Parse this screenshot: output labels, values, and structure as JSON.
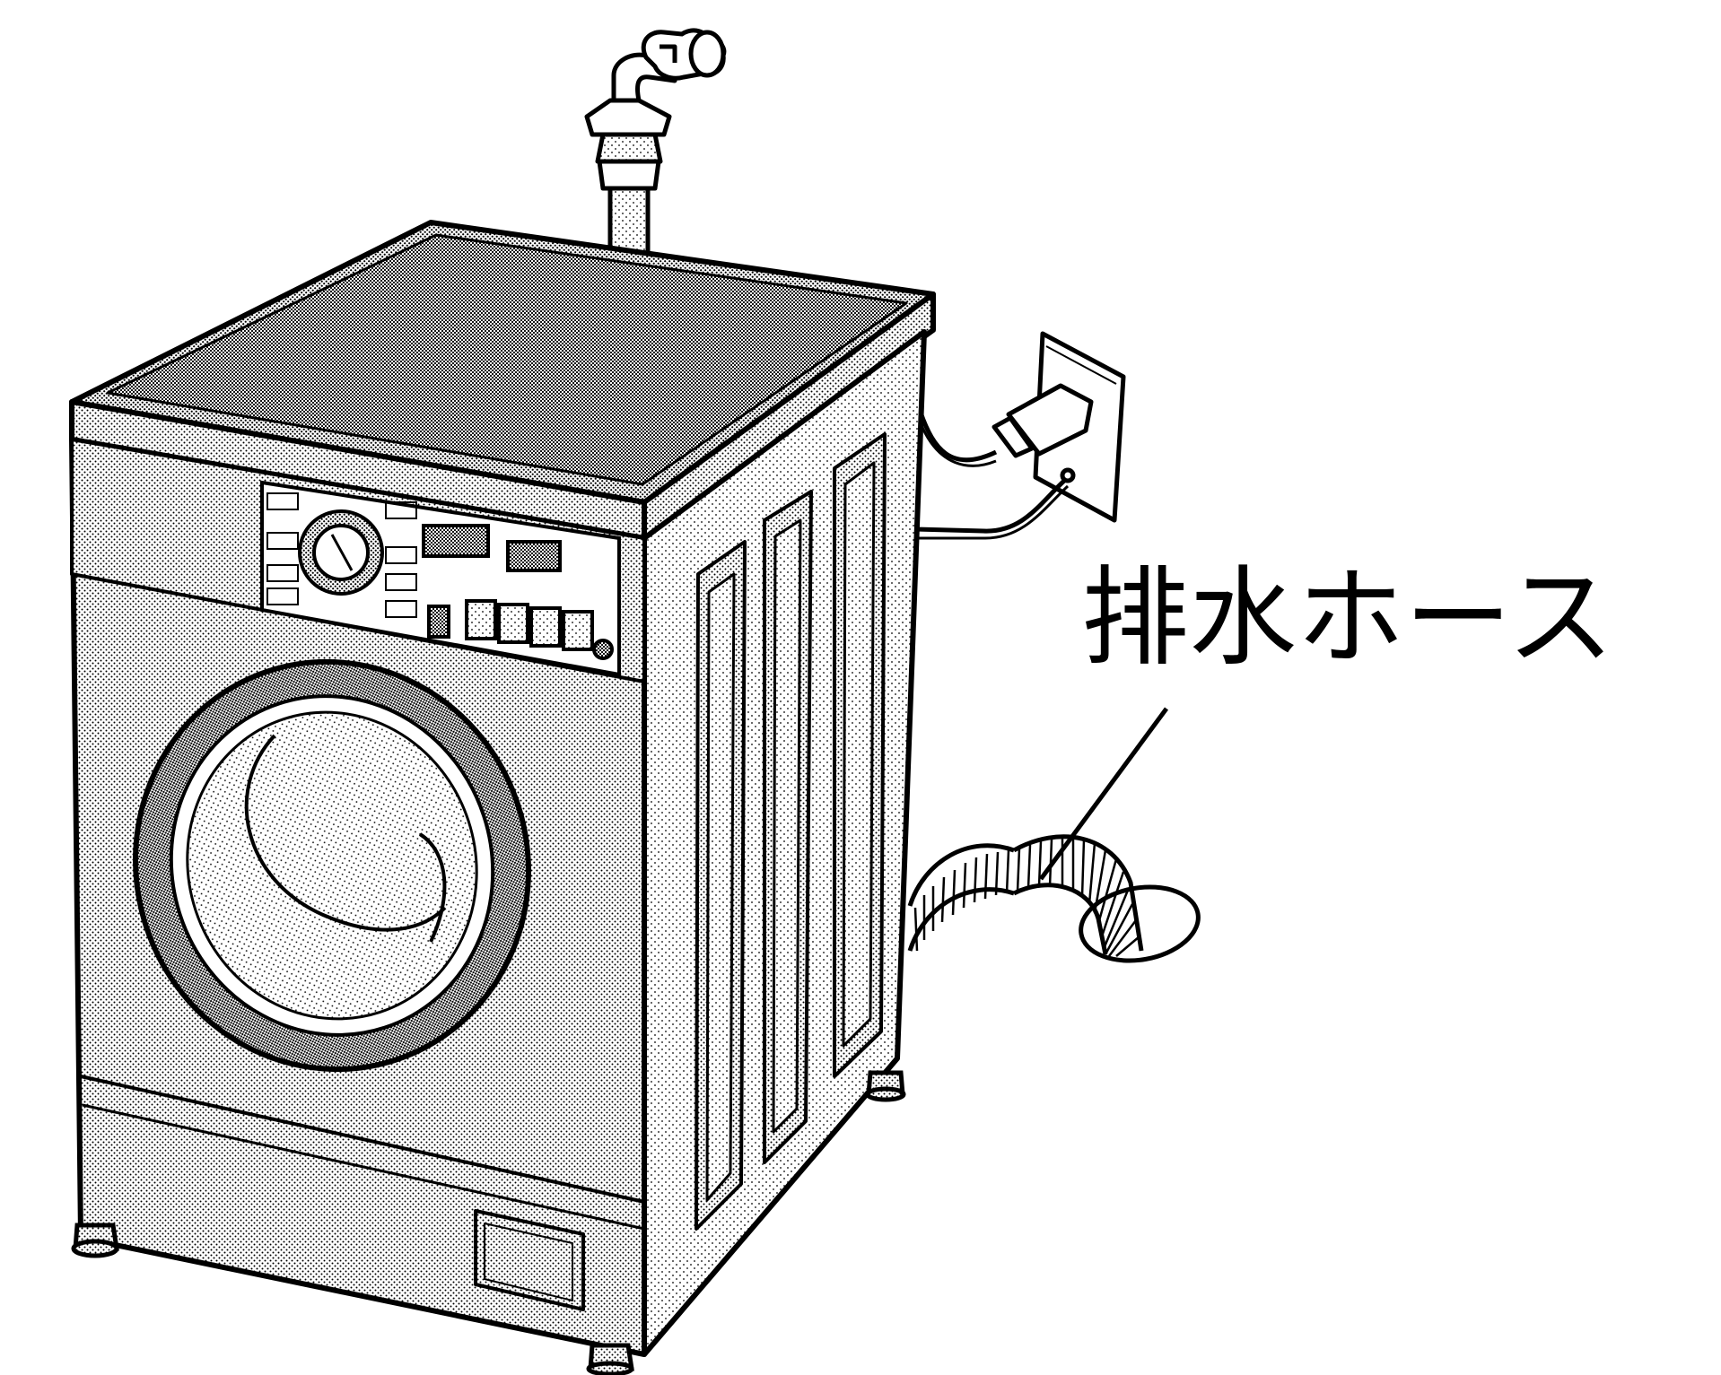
{
  "callout": {
    "label": "排水ホース"
  },
  "colors": {
    "line": "#000000",
    "background": "#ffffff"
  },
  "parts": [
    "water-faucet",
    "washing-machine",
    "control-panel",
    "door",
    "power-plug",
    "wall-outlet",
    "drain-hose",
    "drain-hole",
    "filter-cover",
    "leveling-feet"
  ]
}
